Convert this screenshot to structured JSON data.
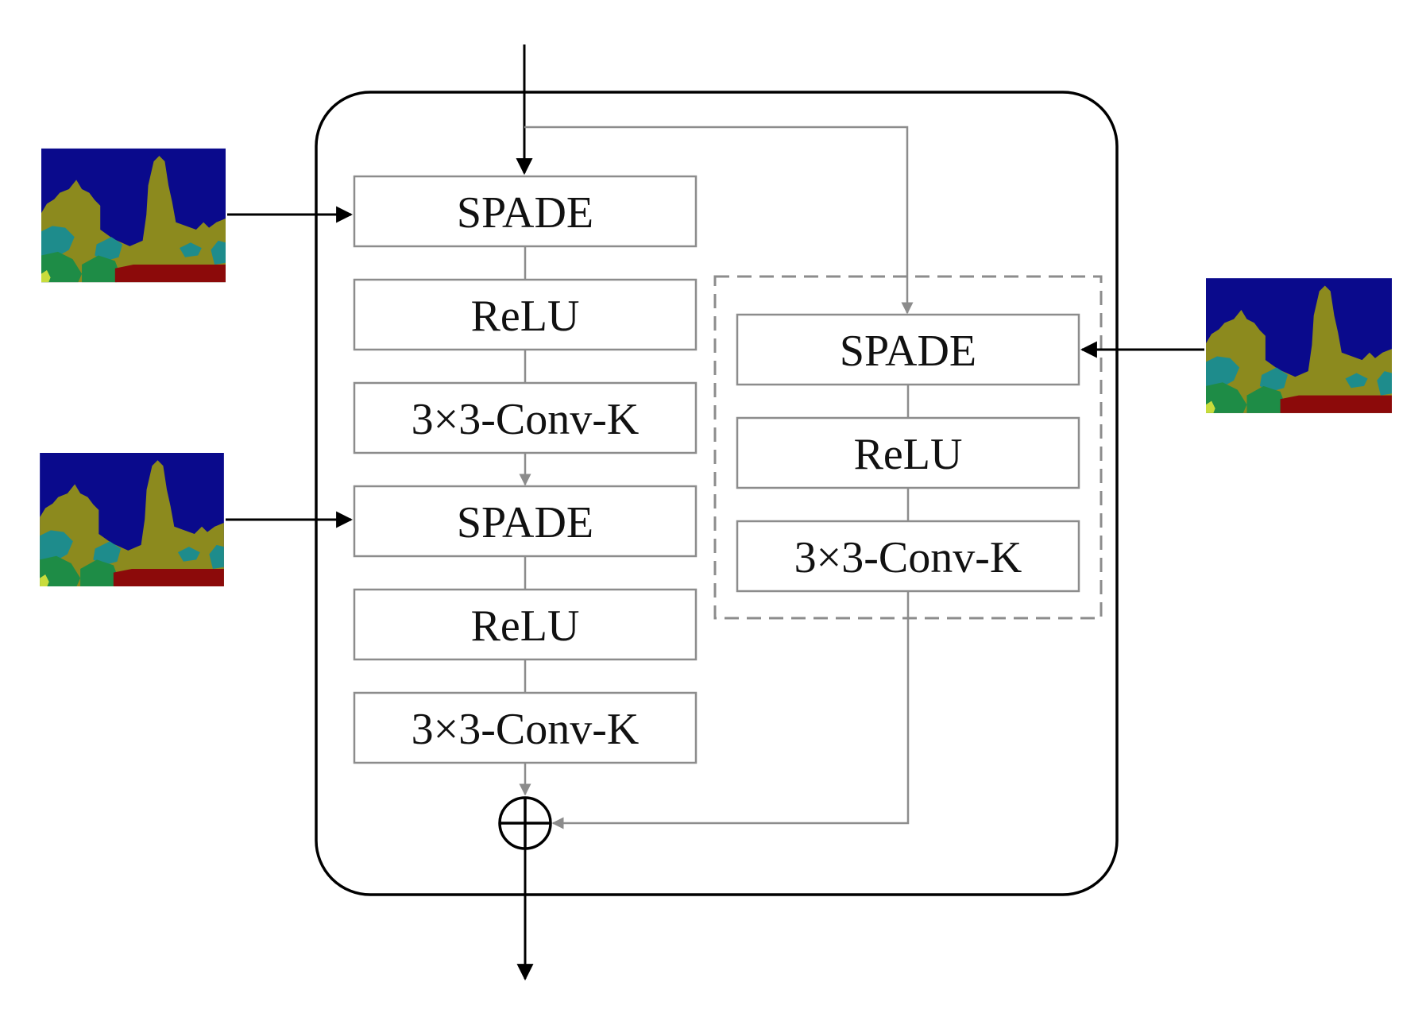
{
  "colors": {
    "block_border": "#8c8c8c",
    "outer_border": "#000000",
    "flow_gray": "#8c8c8c",
    "flow_black": "#000000",
    "seg_sky": "#0a0a8c",
    "seg_building": "#8c8a1e",
    "seg_teal": "#1e8c8c",
    "seg_green": "#1e8c46",
    "seg_red": "#8c0a0a",
    "seg_light": "#c8dc3c"
  },
  "main_branch": {
    "blocks": [
      {
        "label": "SPADE"
      },
      {
        "label": "ReLU"
      },
      {
        "label": "3×3-Conv-K"
      },
      {
        "label": "SPADE"
      },
      {
        "label": "ReLU"
      },
      {
        "label": "3×3-Conv-K"
      }
    ]
  },
  "shortcut_branch": {
    "style": "dashed",
    "blocks": [
      {
        "label": "SPADE"
      },
      {
        "label": "ReLU"
      },
      {
        "label": "3×3-Conv-K"
      }
    ]
  },
  "sum_node": {
    "symbol": "circle-plus-icon"
  },
  "segmentation_inputs": [
    {
      "icon": "segmentation-map-image",
      "feeds": "main SPADE 1"
    },
    {
      "icon": "segmentation-map-image",
      "feeds": "main SPADE 2"
    },
    {
      "icon": "segmentation-map-image",
      "feeds": "shortcut SPADE"
    }
  ]
}
